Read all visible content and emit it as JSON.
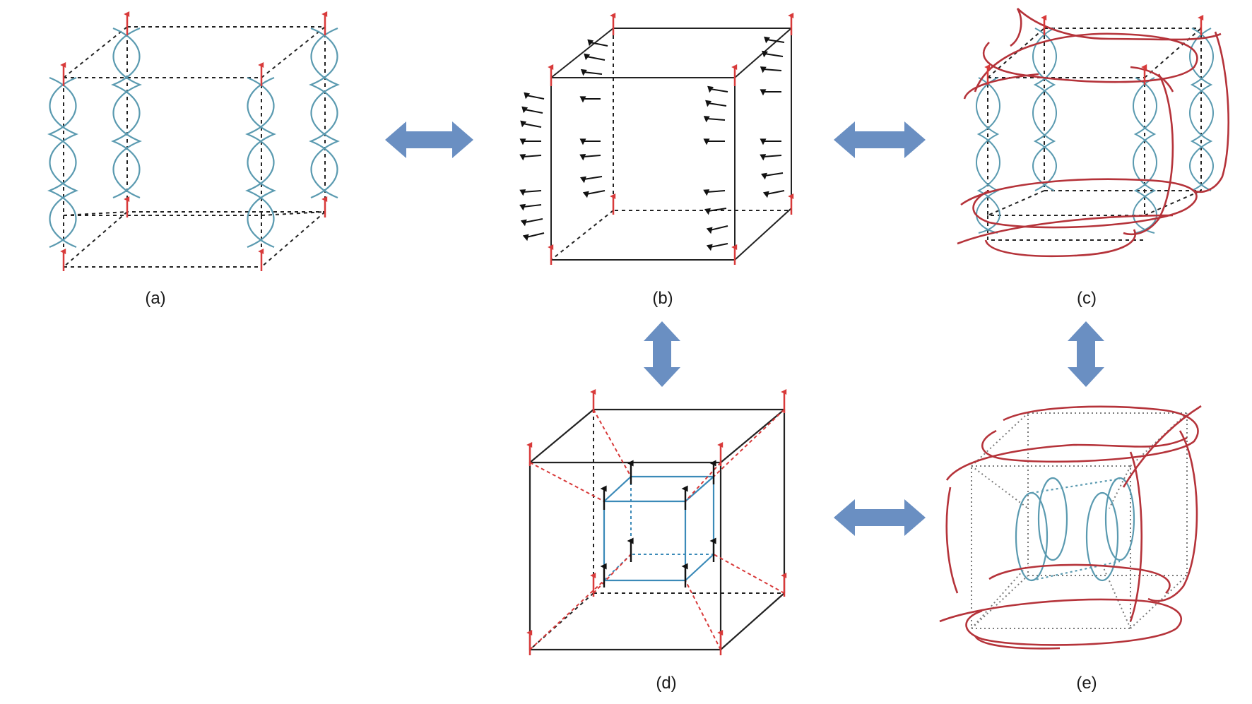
{
  "labels": {
    "a": "(a)",
    "b": "(b)",
    "c": "(c)",
    "d": "(d)",
    "e": "(e)"
  },
  "colors": {
    "spin_arrow": "#d83a3a",
    "vortex_loop": "#5a9ab0",
    "string_red": "#b5333a",
    "block_arrow": "#6a8fc2",
    "edge": "#222222"
  }
}
